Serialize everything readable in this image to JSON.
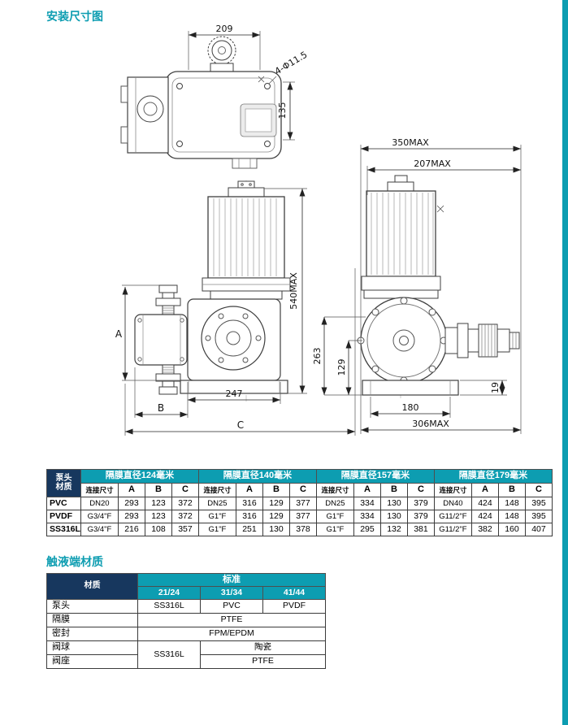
{
  "colors": {
    "accent": "#0d9db1",
    "navy": "#17375e"
  },
  "page": {
    "title": "安装尺寸图",
    "section2_title": "触液端材质"
  },
  "drawing": {
    "plan": {
      "d209": "209",
      "holes": "4-Φ11.5",
      "d135": "135"
    },
    "front": {
      "d540": "540MAX",
      "d247": "247",
      "dA": "A",
      "dB": "B",
      "dC": "C"
    },
    "side": {
      "d350": "350MAX",
      "d207": "207MAX",
      "d263": "263",
      "d129": "129",
      "d19": "19",
      "d180": "180",
      "d306": "306MAX"
    }
  },
  "table1": {
    "corner_line1": "泵头",
    "corner_line2": "材质",
    "groups": [
      {
        "title": "隔膜直径124毫米"
      },
      {
        "title": "隔膜直径140毫米"
      },
      {
        "title": "隔膜直径157毫米"
      },
      {
        "title": "隔膜直径179毫米"
      }
    ],
    "sub_headers": {
      "conn": "连接尺寸",
      "a": "A",
      "b": "B",
      "c": "C"
    },
    "rows": [
      {
        "material": "PVC",
        "g1": {
          "conn": "DN20",
          "a": "293",
          "b": "123",
          "c": "372"
        },
        "g2": {
          "conn": "DN25",
          "a": "316",
          "b": "129",
          "c": "377"
        },
        "g3": {
          "conn": "DN25",
          "a": "334",
          "b": "130",
          "c": "379"
        },
        "g4": {
          "conn": "DN40",
          "a": "424",
          "b": "148",
          "c": "395"
        }
      },
      {
        "material": "PVDF",
        "g1": {
          "conn": "G3/4\"F",
          "a": "293",
          "b": "123",
          "c": "372"
        },
        "g2": {
          "conn": "G1\"F",
          "a": "316",
          "b": "129",
          "c": "377"
        },
        "g3": {
          "conn": "G1\"F",
          "a": "334",
          "b": "130",
          "c": "379"
        },
        "g4": {
          "conn": "G11/2\"F",
          "a": "424",
          "b": "148",
          "c": "395"
        }
      },
      {
        "material": "SS316L",
        "g1": {
          "conn": "G3/4\"F",
          "a": "216",
          "b": "108",
          "c": "357"
        },
        "g2": {
          "conn": "G1\"F",
          "a": "251",
          "b": "130",
          "c": "378"
        },
        "g3": {
          "conn": "G1\"F",
          "a": "295",
          "b": "132",
          "c": "381"
        },
        "g4": {
          "conn": "G11/2\"F",
          "a": "382",
          "b": "160",
          "c": "407"
        }
      }
    ]
  },
  "table2": {
    "header_material": "材质",
    "header_standard": "标准",
    "cols": [
      "21/24",
      "31/34",
      "41/44"
    ],
    "rows": {
      "pump_head": {
        "label": "泵头",
        "v1": "SS316L",
        "v2": "PVC",
        "v3": "PVDF"
      },
      "diaphragm": {
        "label": "隔膜",
        "value": "PTFE"
      },
      "seal": {
        "label": "密封",
        "value": "FPM/EPDM"
      },
      "valve_ball": {
        "label": "阀球",
        "v1": "SS316L",
        "v23": "陶瓷"
      },
      "valve_seat": {
        "label": "阀座",
        "v23": "PTFE"
      }
    }
  }
}
